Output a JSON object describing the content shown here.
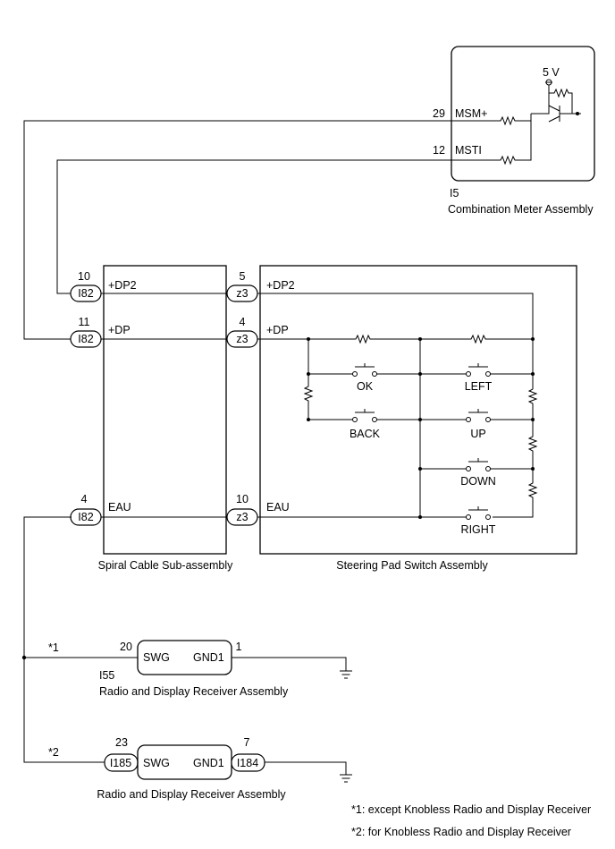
{
  "combination_meter": {
    "id": "I5",
    "name": "Combination Meter Assembly",
    "voltage": "5 V",
    "pin_msm_num": "29",
    "pin_msm_label": "MSM+",
    "pin_msti_num": "12",
    "pin_msti_label": "MSTI"
  },
  "spiral_cable": {
    "name": "Spiral Cable Sub-assembly",
    "connector": "I82",
    "pins": [
      {
        "num": "10",
        "label": "+DP2"
      },
      {
        "num": "11",
        "label": "+DP"
      },
      {
        "num": "4",
        "label": "EAU"
      }
    ]
  },
  "steering_pad": {
    "name": "Steering Pad Switch Assembly",
    "connector": "z3",
    "pins": [
      {
        "num": "5",
        "label": "+DP2"
      },
      {
        "num": "4",
        "label": "+DP"
      },
      {
        "num": "10",
        "label": "EAU"
      }
    ],
    "switches": [
      "OK",
      "LEFT",
      "BACK",
      "UP",
      "DOWN",
      "RIGHT"
    ]
  },
  "receiver_1": {
    "id": "I55",
    "name": "Radio and Display Receiver Assembly",
    "note_mark": "*1",
    "swg_pin": "20",
    "swg_label": "SWG",
    "gnd_pin": "1",
    "gnd_label": "GND1"
  },
  "receiver_2": {
    "name": "Radio and Display Receiver Assembly",
    "note_mark": "*2",
    "swg_pin": "23",
    "swg_label": "SWG",
    "swg_connector": "I185",
    "gnd_pin": "7",
    "gnd_label": "GND1",
    "gnd_connector": "I184"
  },
  "notes": [
    "*1: except Knobless Radio and Display Receiver",
    "*2: for Knobless Radio and Display Receiver"
  ]
}
